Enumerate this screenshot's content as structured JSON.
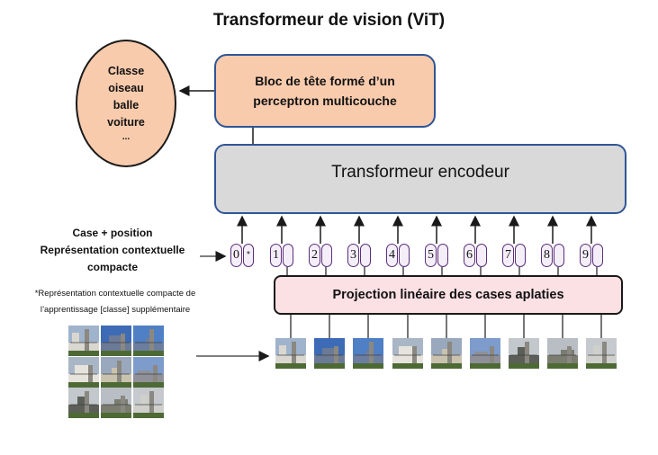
{
  "title": "Transformeur de vision (ViT)",
  "classes": [
    "Classe",
    "oiseau",
    "balle",
    "voiture",
    "..."
  ],
  "head_box": {
    "line1": "Bloc de tête formé d’un",
    "line2": "perceptron multicouche"
  },
  "encoder_box": {
    "label": "Transformeur encodeur"
  },
  "tokens": [
    {
      "index": "0",
      "emb": "*"
    },
    {
      "index": "1",
      "emb": ""
    },
    {
      "index": "2",
      "emb": ""
    },
    {
      "index": "3",
      "emb": ""
    },
    {
      "index": "4",
      "emb": ""
    },
    {
      "index": "5",
      "emb": ""
    },
    {
      "index": "6",
      "emb": ""
    },
    {
      "index": "7",
      "emb": ""
    },
    {
      "index": "8",
      "emb": ""
    },
    {
      "index": "9",
      "emb": ""
    }
  ],
  "caption": {
    "line1": "Case + position",
    "line2": "Représentation contextuelle",
    "line3": "compacte"
  },
  "footnote": {
    "line1": "*Représentation contextuelle compacte de",
    "line2": "l’apprentissage [classe] supplémentaire"
  },
  "projection_box": {
    "label": "Projection linéaire des cases aplaties"
  },
  "colors": {
    "head_fill": "#f8cbad",
    "encoder_fill": "#d9d9d9",
    "projection_fill": "#fbe0e4",
    "border_blue": "#2f5597",
    "token_border": "#5b2f7a"
  }
}
